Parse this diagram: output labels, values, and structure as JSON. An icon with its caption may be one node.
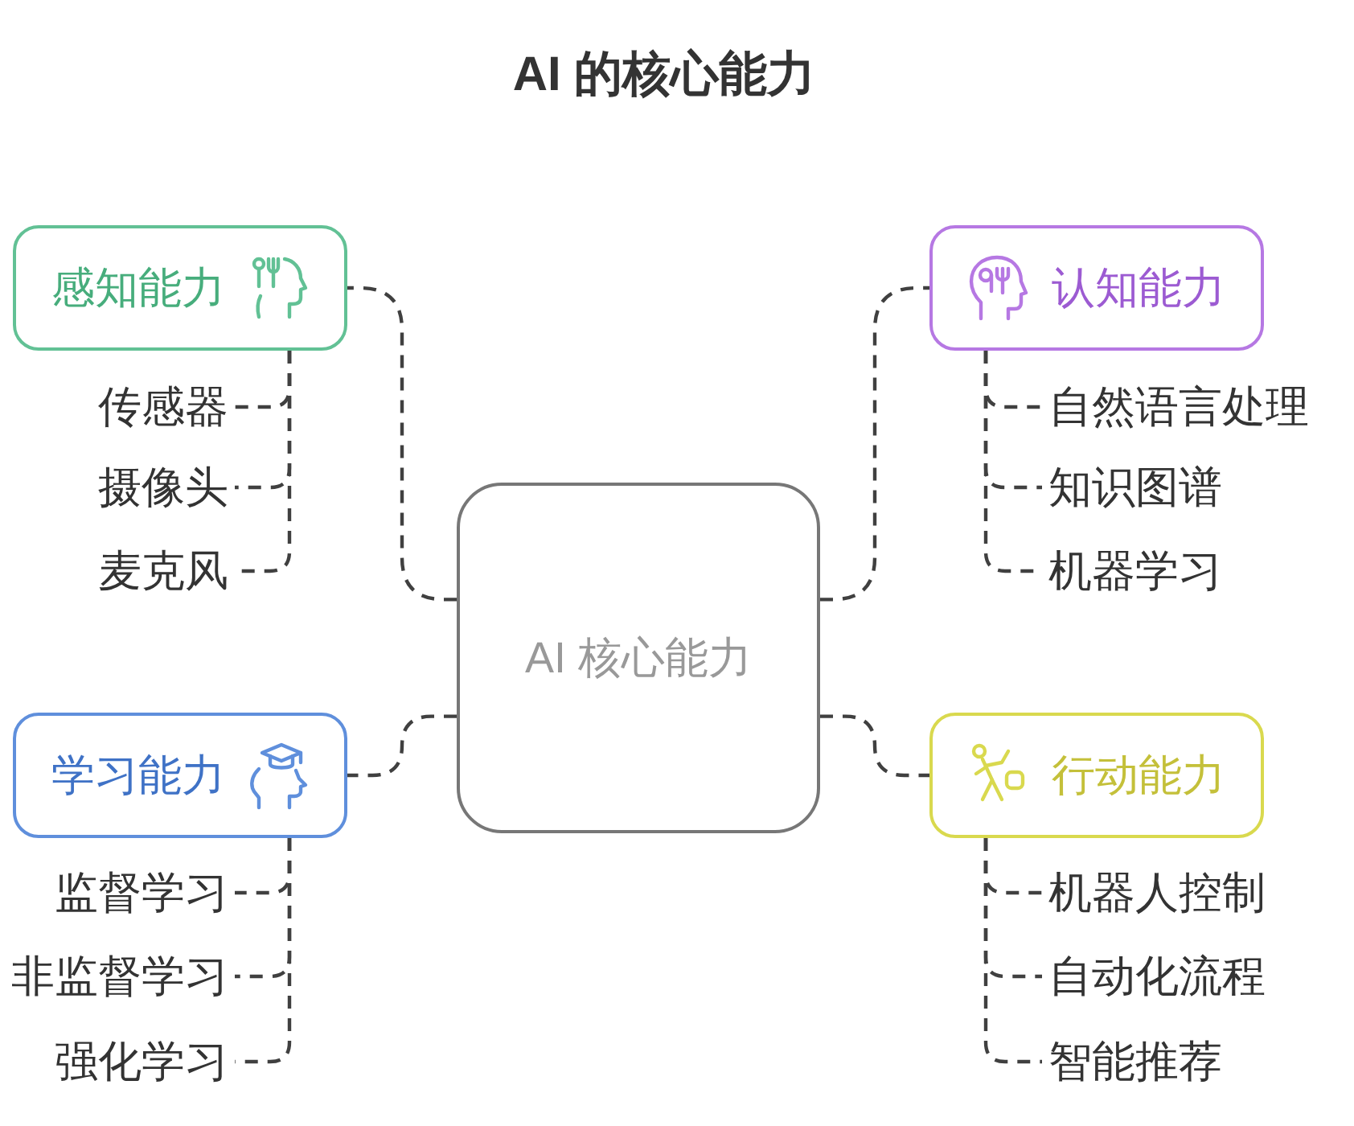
{
  "diagram": {
    "title": "AI 的核心能力",
    "nodes": [
      {
        "text": [
          "AI 核心能力"
        ]
      },
      {
        "text": [
          "感知能力"
        ]
      },
      {
        "text": [
          "传感器"
        ]
      },
      {
        "text": [
          "摄像头"
        ]
      },
      {
        "text": [
          "麦克风"
        ]
      },
      {
        "text": [
          "认知能力"
        ]
      },
      {
        "text": [
          "自然语言处理"
        ]
      },
      {
        "text": [
          "知识图谱"
        ]
      },
      {
        "text": [
          "机器学习"
        ]
      },
      {
        "text": [
          "学习能力"
        ]
      },
      {
        "text": [
          "监督学习"
        ]
      },
      {
        "text": [
          "非监督学习"
        ]
      },
      {
        "text": [
          "强化学习"
        ]
      },
      {
        "text": [
          "行动能力"
        ]
      },
      {
        "text": [
          "机器人控制"
        ]
      },
      {
        "text": [
          "自动化流程"
        ]
      },
      {
        "text": [
          "智能推荐"
        ]
      }
    ],
    "edges": [
      {
        "from": 0,
        "to": 1,
        "arrow": "none",
        "style": "dashed"
      },
      {
        "from": 0,
        "to": 5,
        "arrow": "none",
        "style": "dashed"
      },
      {
        "from": 0,
        "to": 9,
        "arrow": "none",
        "style": "dashed"
      },
      {
        "from": 0,
        "to": 13,
        "arrow": "none",
        "style": "dashed"
      },
      {
        "from": 1,
        "to": 2,
        "arrow": "none",
        "style": "dashed"
      },
      {
        "from": 1,
        "to": 3,
        "arrow": "none",
        "style": "dashed"
      },
      {
        "from": 1,
        "to": 4,
        "arrow": "none",
        "style": "dashed"
      },
      {
        "from": 5,
        "to": 6,
        "arrow": "none",
        "style": "dashed"
      },
      {
        "from": 5,
        "to": 7,
        "arrow": "none",
        "style": "dashed"
      },
      {
        "from": 5,
        "to": 8,
        "arrow": "none",
        "style": "dashed"
      },
      {
        "from": 9,
        "to": 10,
        "arrow": "none",
        "style": "dashed"
      },
      {
        "from": 9,
        "to": 11,
        "arrow": "none",
        "style": "dashed"
      },
      {
        "from": 9,
        "to": 12,
        "arrow": "none",
        "style": "dashed"
      },
      {
        "from": 13,
        "to": 14,
        "arrow": "none",
        "style": "dashed"
      },
      {
        "from": 13,
        "to": 15,
        "arrow": "none",
        "style": "dashed"
      },
      {
        "from": 13,
        "to": 16,
        "arrow": "none",
        "style": "dashed"
      }
    ]
  }
}
